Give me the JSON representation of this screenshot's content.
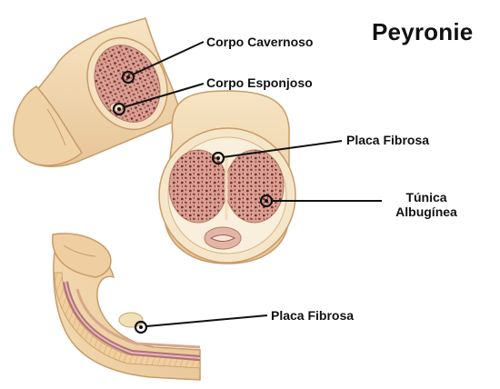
{
  "title": "Peyronie",
  "labels": {
    "corpo_cavernoso": "Corpo Cavernoso",
    "corpo_esponjoso": "Corpo Esponjoso",
    "placa_fibrosa_top": "Placa Fibrosa",
    "tunica_line1": "Túnica",
    "tunica_line2": "Albugínea",
    "placa_fibrosa_bottom": "Placa Fibrosa"
  },
  "colors": {
    "skin": "#f3d9b0",
    "skin_shadow": "#dcb688",
    "tunica": "#f6e6c9",
    "tissue": "#c98b80",
    "tissue_spots": "#7a2f2c",
    "urethra": "#b07178",
    "leader_line": "#111111"
  }
}
